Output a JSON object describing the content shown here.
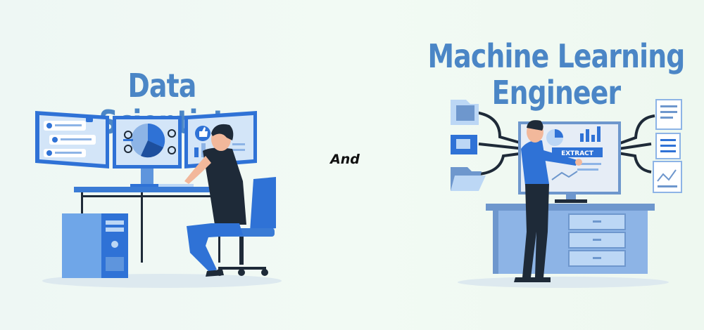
{
  "headings": {
    "left_title": "Data Scientist",
    "connector": "And",
    "right_title_line1": "Machine Learning",
    "right_title_line2": "Engineer"
  },
  "illustration": {
    "screen_label": "EXTRACT"
  },
  "colors": {
    "title_blue": "#4b86c6",
    "primary_blue": "#2f72d6",
    "light_blue": "#bcd7f5",
    "steel_blue": "#6e97cd",
    "dark_navy": "#1e2a38"
  },
  "icons": [
    "monitor-icon",
    "pie-chart-icon",
    "thumbs-up-icon",
    "folder-icon",
    "document-icon",
    "cube-icon",
    "bar-chart-icon"
  ]
}
